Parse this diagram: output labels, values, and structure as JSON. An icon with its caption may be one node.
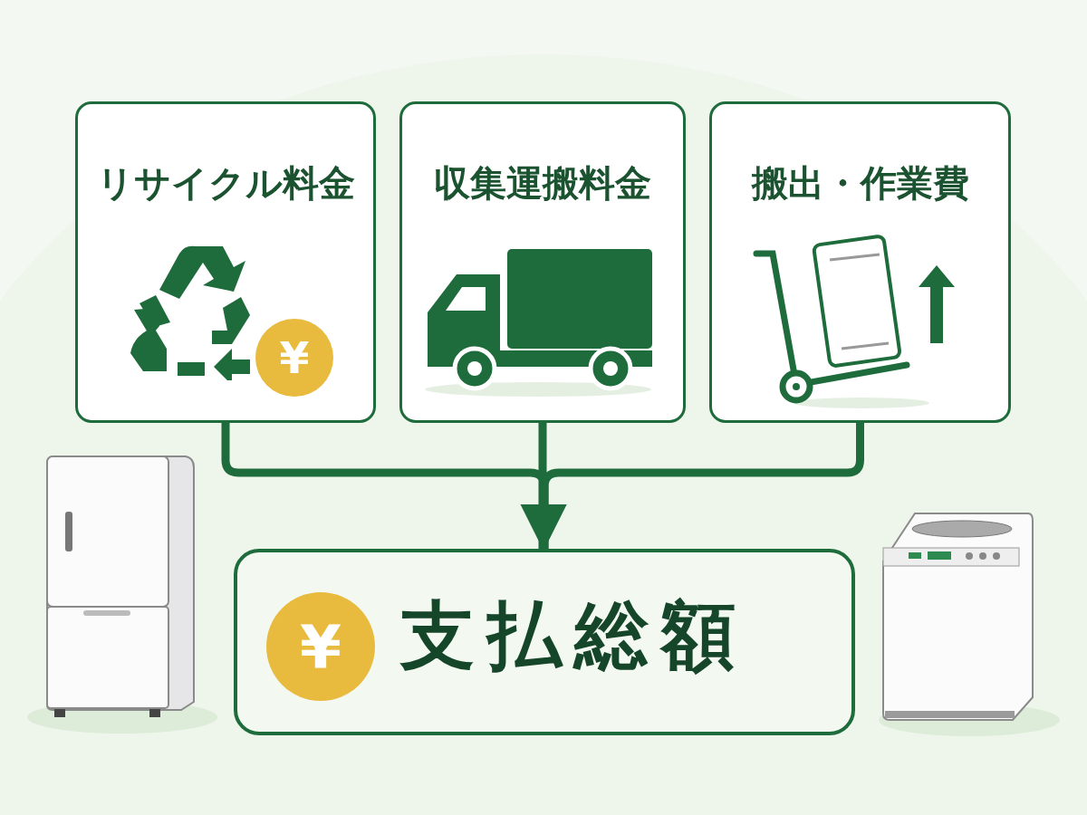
{
  "diagram": {
    "nodes": [
      {
        "text": [
          "リサイクル料金"
        ]
      },
      {
        "text": [
          "¥"
        ],
        "in": 0
      },
      {
        "text": [
          "収集運搬料金"
        ]
      },
      {
        "text": [
          "搬出・作業費"
        ]
      },
      {
        "text": [
          "支払総額"
        ]
      },
      {
        "text": [
          "¥"
        ],
        "in": 4
      }
    ],
    "edges": [
      {
        "from": 0,
        "to": 4,
        "arrow": "to"
      },
      {
        "from": 2,
        "to": 4,
        "arrow": "to"
      },
      {
        "from": 3,
        "to": 4,
        "arrow": "to"
      }
    ]
  }
}
